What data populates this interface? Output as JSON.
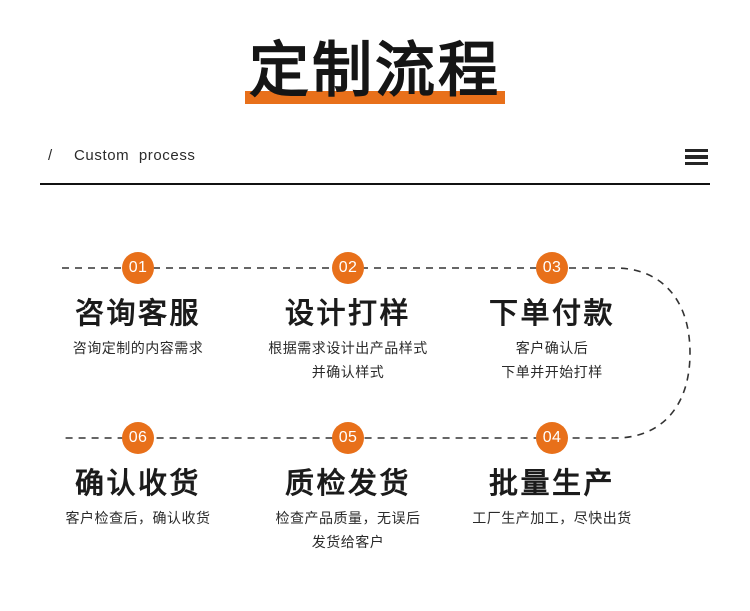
{
  "header": {
    "title": "定制流程",
    "underline_color": "#E8701A",
    "slash": "/",
    "subtitle_en": "Custom  process",
    "menu_icon": "hamburger-menu-icon"
  },
  "flow": {
    "accent_color": "#E8701A",
    "line_style": "dashed",
    "rows": [
      {
        "row": 1,
        "steps": [
          {
            "number": "01",
            "title": "咨询客服",
            "desc": [
              "咨询定制的内容需求"
            ]
          },
          {
            "number": "02",
            "title": "设计打样",
            "desc": [
              "根据需求设计出产品样式",
              "并确认样式"
            ]
          },
          {
            "number": "03",
            "title": "下单付款",
            "desc": [
              "客户确认后",
              "下单并开始打样"
            ]
          }
        ]
      },
      {
        "row": 2,
        "steps": [
          {
            "number": "06",
            "title": "确认收货",
            "desc": [
              "客户检查后，确认收货"
            ]
          },
          {
            "number": "05",
            "title": "质检发货",
            "desc": [
              "检查产品质量，无误后",
              "发货给客户"
            ]
          },
          {
            "number": "04",
            "title": "批量生产",
            "desc": [
              "工厂生产加工，尽快出货"
            ]
          }
        ]
      }
    ]
  }
}
